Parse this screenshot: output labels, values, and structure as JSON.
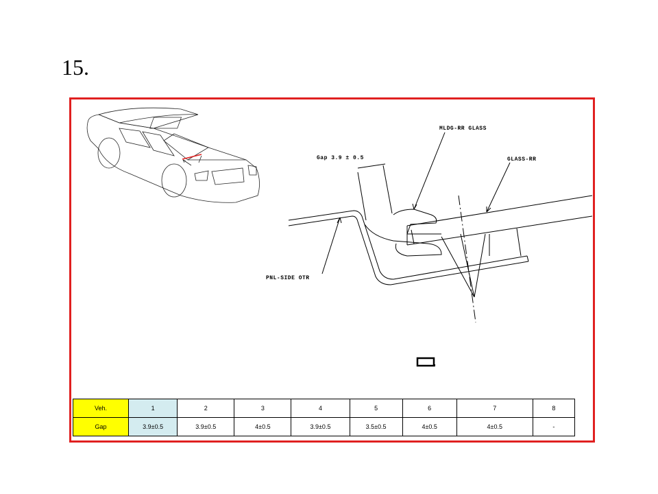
{
  "page": {
    "number": "15."
  },
  "drawing": {
    "callouts": {
      "gap": "Gap 3.9  ± 0.5",
      "mldg": "MLDG-RR GLASS",
      "glass": "GLASS-RR",
      "pnl": "PNL-SIDE OTR"
    },
    "icons": [
      "car-overview-icon",
      "section-view-icon"
    ],
    "colors": {
      "frame": "#e02020",
      "header_fill": "#ffff00",
      "highlight_fill": "#d4ecf0"
    }
  },
  "table": {
    "header_label": "Veh.",
    "row_label": "Gap",
    "columns": [
      "1",
      "2",
      "3",
      "4",
      "5",
      "6",
      "7",
      "8"
    ],
    "values": [
      "3.9±0.5",
      "3.9±0.5",
      "4±0.5",
      "3.9±0.5",
      "3.5±0.5",
      "4±0.5",
      "4±0.5",
      "-"
    ]
  }
}
